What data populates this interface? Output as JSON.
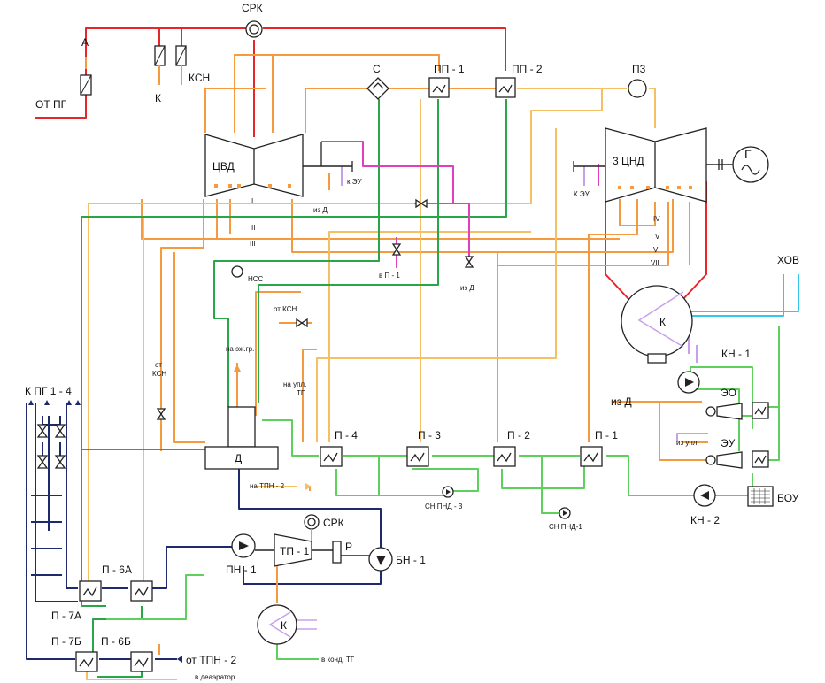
{
  "labels": {
    "srk_top": "СРК",
    "a": "А",
    "k_top": "К",
    "ksn": "КСН",
    "ot_pg": "ОТ ПГ",
    "c": "С",
    "pp1": "ПП - 1",
    "pp2": "ПП - 2",
    "p3": "П3",
    "cvd": "ЦВД",
    "cnd": "3 ЦНД",
    "gen": "Г",
    "k_eu_1": "к ЭУ",
    "iz_d_1": "из Д",
    "k_eu_2": "К ЭУ",
    "ext_I": "I",
    "ext_II": "II",
    "ext_III": "III",
    "ext_IV": "IV",
    "ext_V": "V",
    "ext_VI": "VI",
    "ext_VII": "VII",
    "nss": "НСС",
    "v_p1": "в П - 1",
    "iz_d_2": "из Д",
    "hov": "ХОВ",
    "k_cond": "К",
    "kn1": "КН - 1",
    "ot_ksn_1": "от КСН",
    "na_ej": "на эж.гр.",
    "ot_ksn_2": "от\nКСН",
    "na_upl": "на упл.\nТГ",
    "k_pg": "К ПГ 1 - 4",
    "d": "Д",
    "p4": "П - 4",
    "p3h": "П - 3",
    "p2": "П - 2",
    "p1": "П - 1",
    "iz_d_3": "из Д",
    "eo": "ЭО",
    "iz_upl": "из упл.",
    "eu": "ЭУ",
    "na_tpn2": "на ТПН - 2",
    "sn_pnd3": "СН ПНД - 3",
    "sn_pnd1": "СН ПНД-1",
    "kn2": "КН - 2",
    "bou": "БОУ",
    "srk_bot": "СРК",
    "p6a": "П - 6А",
    "pn1": "ПН - 1",
    "tp1": "ТП - 1",
    "r": "Р",
    "bn1": "БН - 1",
    "p7a": "П - 7А",
    "k_tp": "К",
    "v_kond": "в конд. ТГ",
    "p7b": "П - 7Б",
    "p6b": "П - 6Б",
    "ot_tpn2": "от ТПН - 2",
    "v_deaer": "в деаэратор"
  },
  "colors": {
    "live_steam": "#e8262a",
    "extraction_steam": "#f59a3f",
    "reheat_steam": "#f5c065",
    "heating_drain": "#2aa64a",
    "condensate": "#5ed05e",
    "feedwater": "#1f2a6e",
    "seal_steam": "#e040c0",
    "cooling_water": "#35c6ea"
  }
}
